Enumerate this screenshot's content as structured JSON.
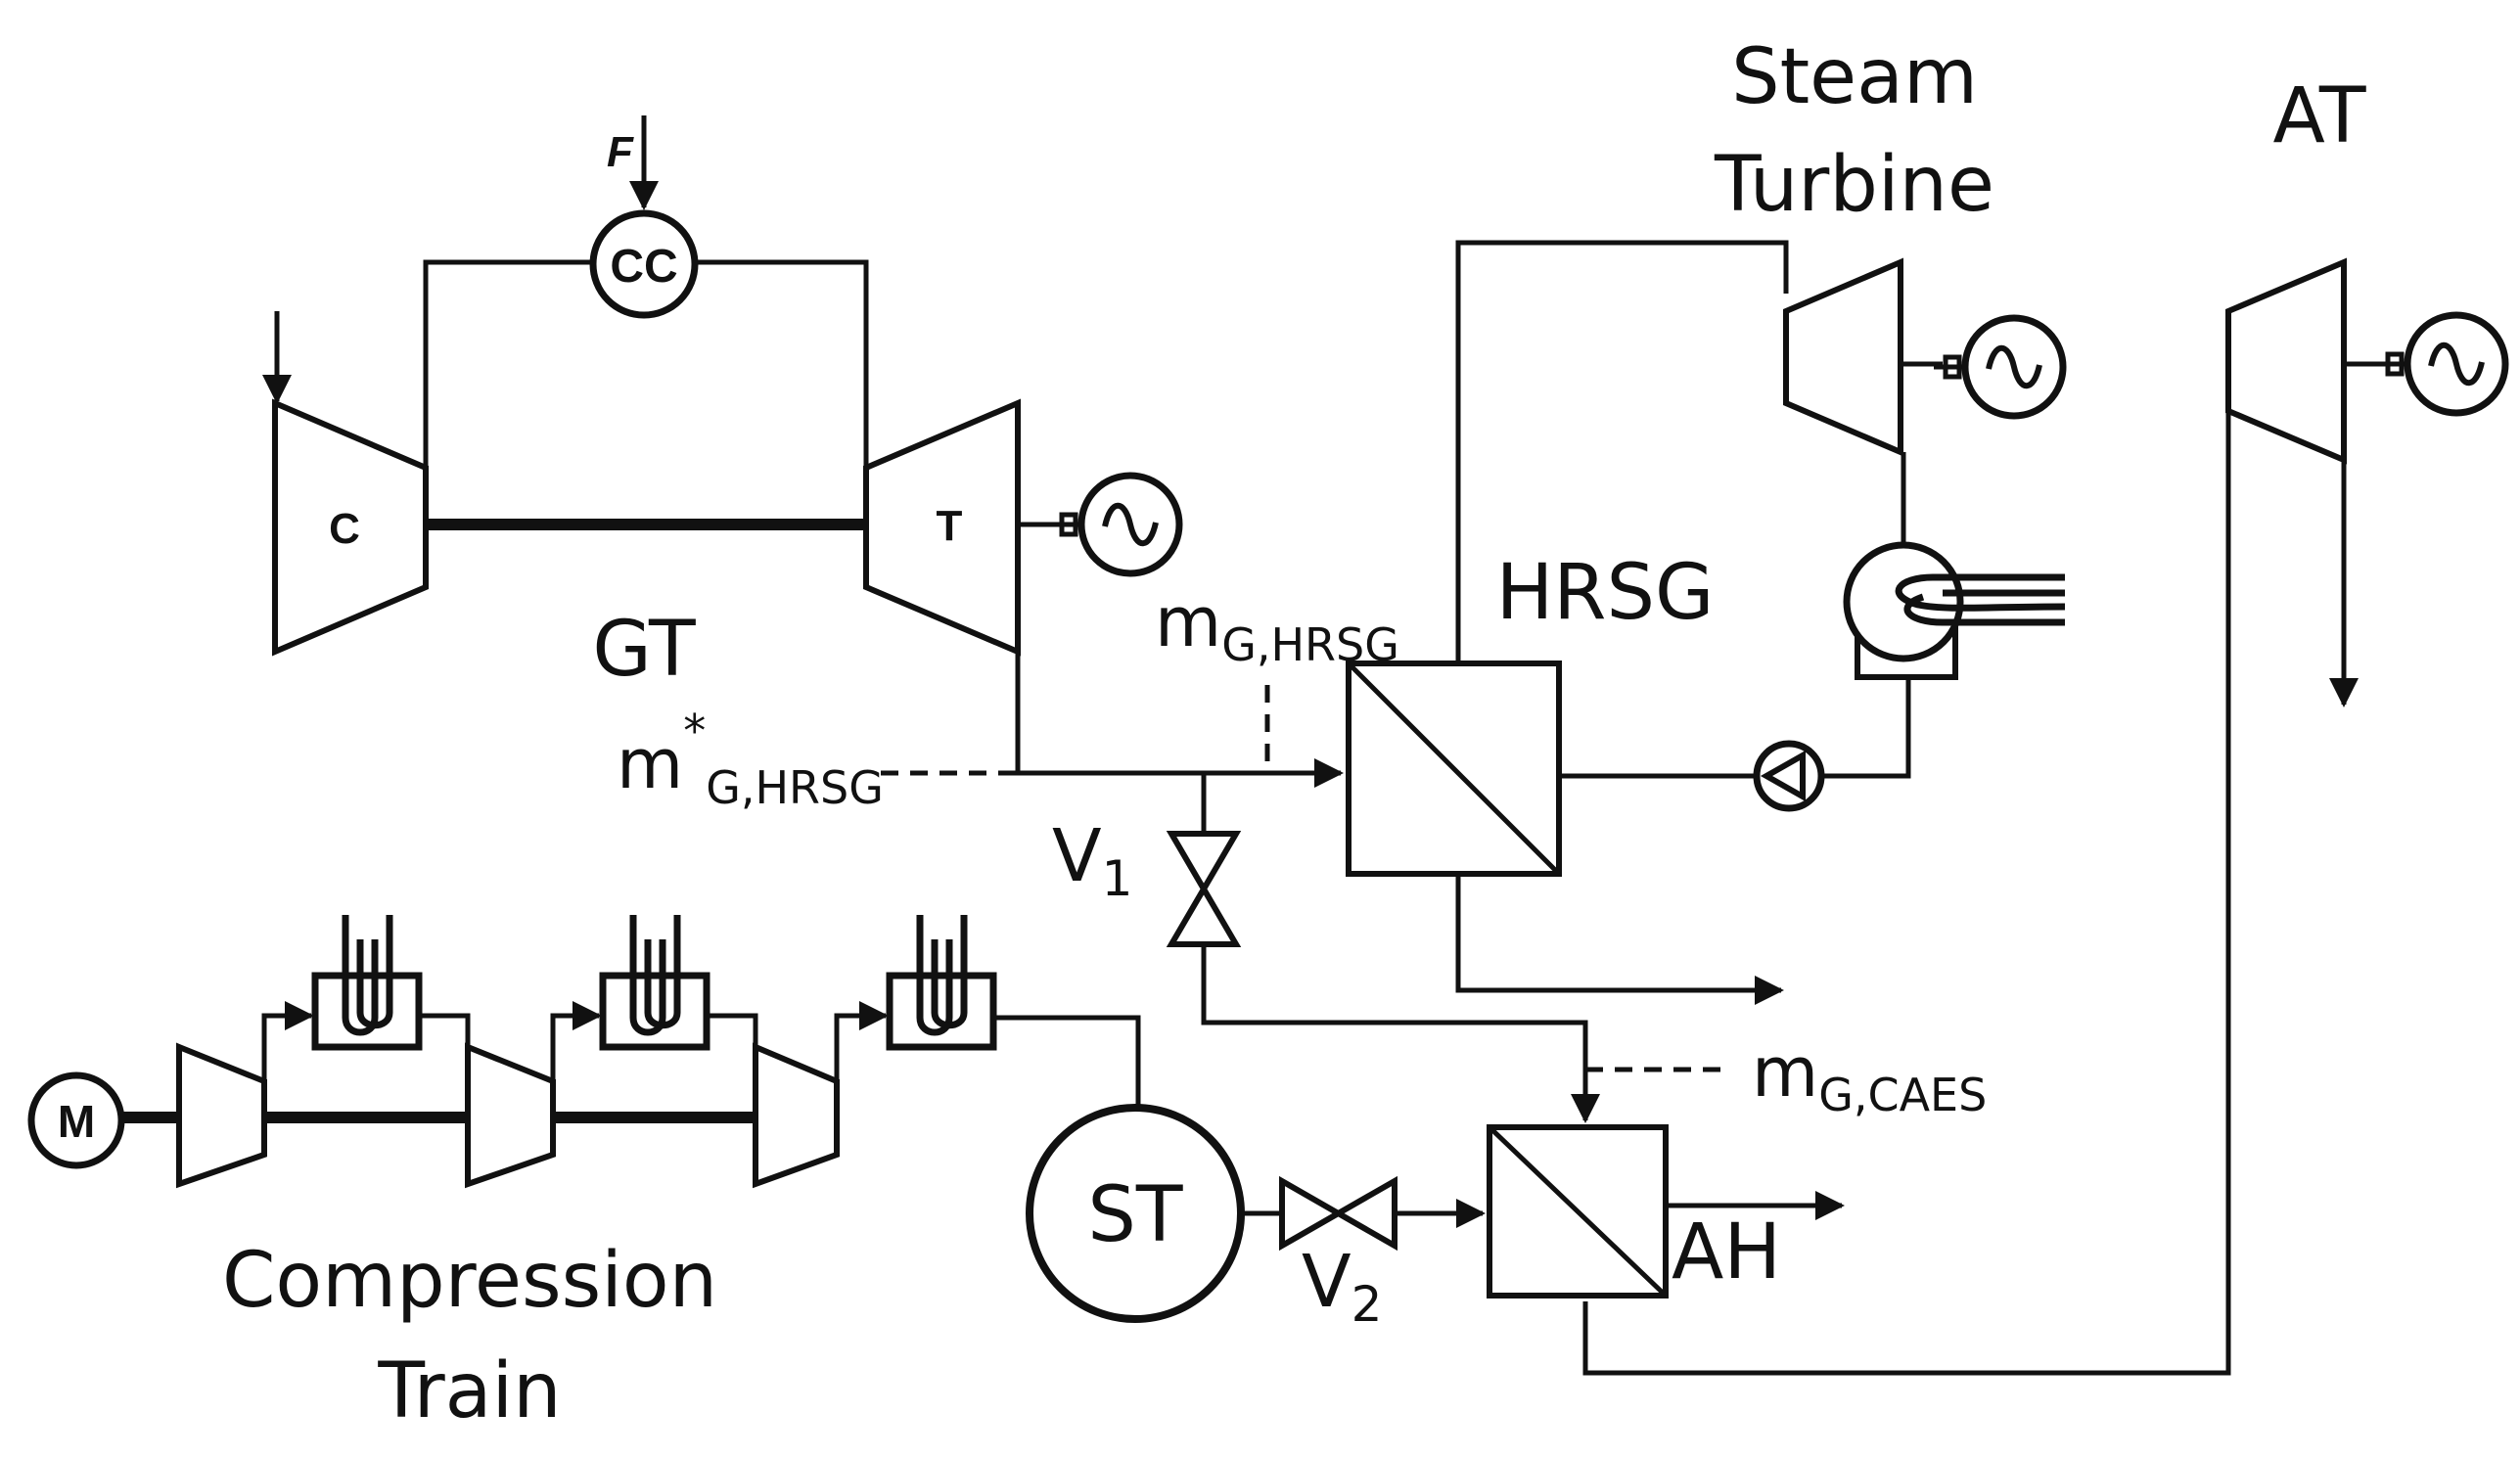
{
  "diagram": {
    "labels": {
      "fuel": "F",
      "combustion_chamber": "CC",
      "compressor": "C",
      "turbine": "T",
      "gas_turbine": "GT",
      "steam_turbine_line1": "Steam",
      "steam_turbine_line2": "Turbine",
      "hrsg": "HRSG",
      "air_turbine": "AT",
      "m_g_hrsg": "m",
      "m_g_hrsg_sub": "G,HRSG",
      "m_star_g_hrsg": "m",
      "m_star_g_hrsg_sup": "*",
      "m_star_g_hrsg_sub": "G,HRSG",
      "valve_1": "V",
      "valve_1_sub": "1",
      "valve_2": "V",
      "valve_2_sub": "2",
      "motor": "M",
      "storage_tank": "ST",
      "air_heater": "AH",
      "m_g_caes": "m",
      "m_g_caes_sub": "G,CAES",
      "compression_train_line1": "Compression",
      "compression_train_line2": "Train"
    },
    "icons": [
      "generator-icon",
      "valve-icon",
      "pump-icon",
      "condenser-icon",
      "heat-exchanger-icon",
      "intercooler-icon",
      "motor-icon"
    ]
  }
}
